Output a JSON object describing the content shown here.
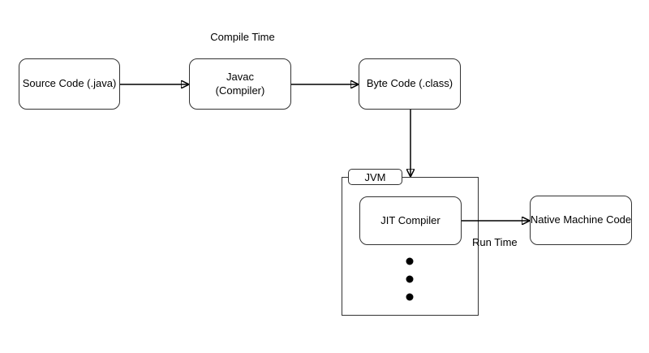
{
  "diagram": {
    "labels": {
      "compile_time": "Compile Time",
      "run_time": "Run Time"
    },
    "nodes": {
      "source": {
        "label": "Source Code (.java)"
      },
      "javac": {
        "line1": "Javac",
        "line2": "(Compiler)"
      },
      "bytecode": {
        "label": "Byte Code (.class)"
      },
      "jvm": {
        "label": "JVM"
      },
      "jit": {
        "label": "JIT Compiler"
      },
      "native": {
        "label": "Native Machine Code"
      }
    },
    "ellipsis": {
      "count": 3
    },
    "colors": {
      "stroke": "#333333",
      "arrow": "#000000",
      "text": "#000000",
      "background": "#ffffff"
    }
  }
}
